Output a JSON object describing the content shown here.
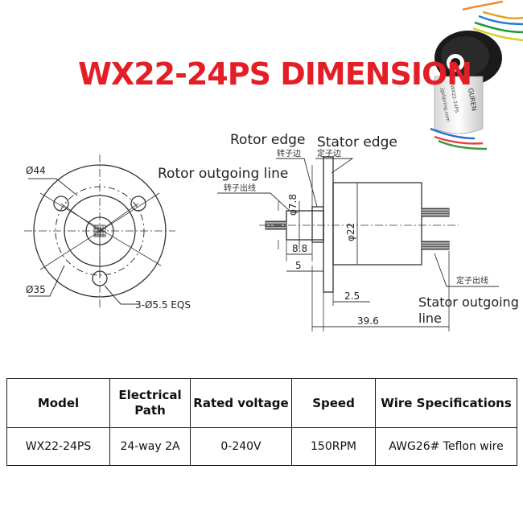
{
  "title": "WX22-24PS DIMENSION",
  "product_photo": {
    "logo_text": "GUREN",
    "url_text": "jgslipring.com",
    "model_text": "WX22-24PS"
  },
  "front_view": {
    "outer_dia": "Ø44",
    "bolt_circle_dia": "Ø35",
    "holes": "3-Ø5.5 EQS"
  },
  "side_view": {
    "rotor_edge": "Rotor edge",
    "rotor_edge_cn": "转子边",
    "stator_edge": "Stator edge",
    "stator_edge_cn": "定子边",
    "rotor_outgoing": "Rotor outgoing line",
    "rotor_outgoing_cn": "转子出线",
    "stator_outgoing": "Stator outgoing line",
    "stator_outgoing_cn": "定子出线",
    "dim_rotor_dia": "φ7.8",
    "dim_body_dia": "φ22",
    "dim_8_8": "8.8",
    "dim_5": "5",
    "dim_2_5": "2.5",
    "dim_total": "39.6"
  },
  "table": {
    "headers": [
      "Model",
      "Electrical Path",
      "Rated voltage",
      "Speed",
      "Wire Specifications"
    ],
    "rows": [
      [
        "WX22-24PS",
        "24-way 2A",
        "0-240V",
        "150RPM",
        "AWG26# Teflon wire"
      ]
    ]
  },
  "colors": {
    "title": "#e41e26",
    "line": "#333333"
  }
}
